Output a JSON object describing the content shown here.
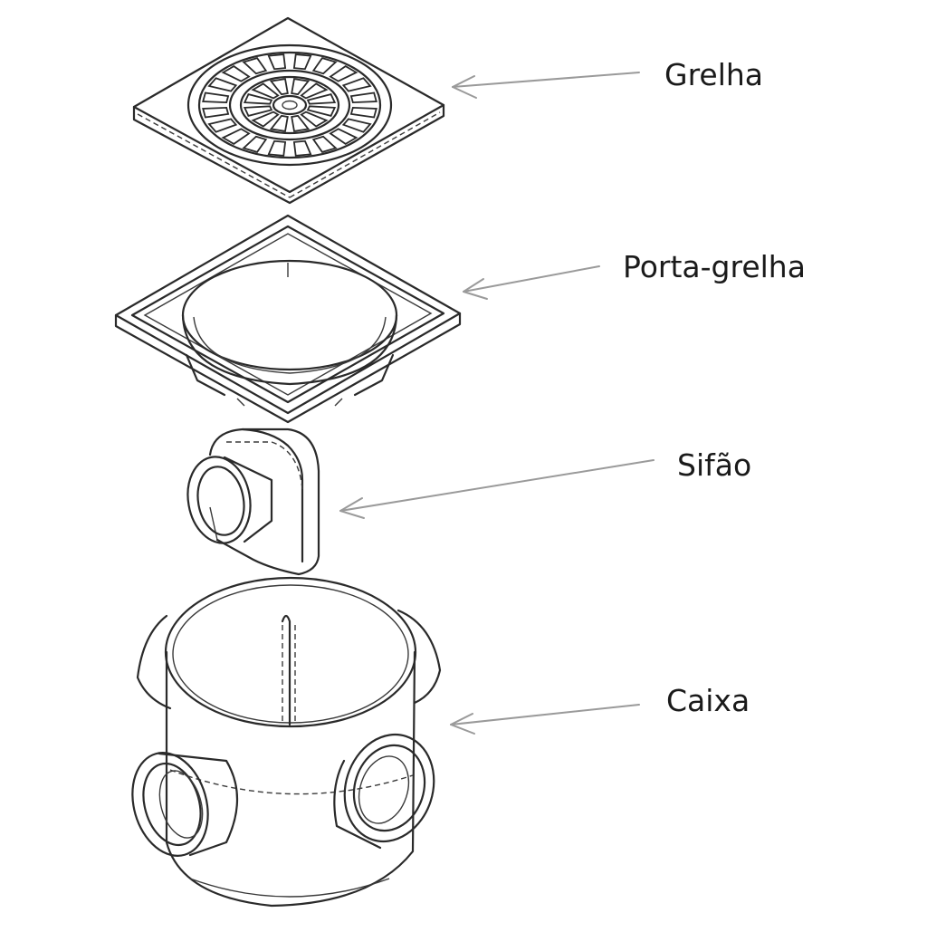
{
  "labels": {
    "grelha": "Grelha",
    "porta_grelha": "Porta-grelha",
    "sifao": "Sifão",
    "caixa": "Caixa"
  },
  "colors": {
    "line": "#2a2a2a",
    "arrow": "#9a9a9a",
    "text": "#1a1a1a",
    "background": "#ffffff"
  }
}
